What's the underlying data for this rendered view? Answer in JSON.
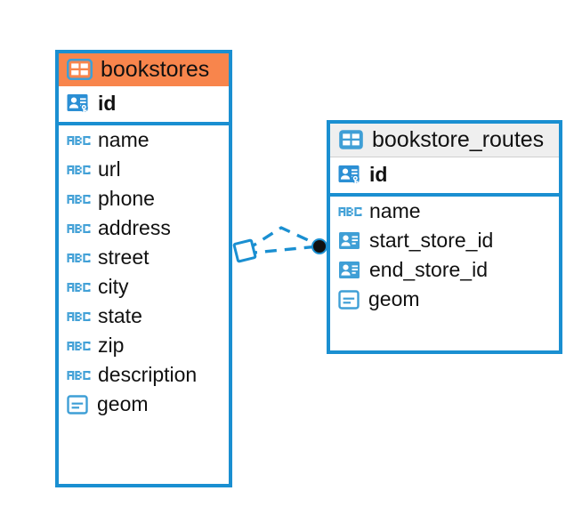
{
  "diagram": {
    "type": "entity-relationship-diagram",
    "background": "#ffffff",
    "accent_color": "#1a8fd1",
    "selected_header_color": "#f8854c",
    "header_color": "#efefef"
  },
  "tables": [
    {
      "name": "bookstores",
      "selected": true,
      "icon": "table-icon",
      "primary_key": {
        "label": "id",
        "icon": "primary-key-icon"
      },
      "fields": [
        {
          "label": "name",
          "icon": "abc-text-icon"
        },
        {
          "label": "url",
          "icon": "abc-text-icon"
        },
        {
          "label": "phone",
          "icon": "abc-text-icon"
        },
        {
          "label": "address",
          "icon": "abc-text-icon"
        },
        {
          "label": "street",
          "icon": "abc-text-icon"
        },
        {
          "label": "city",
          "icon": "abc-text-icon"
        },
        {
          "label": "state",
          "icon": "abc-text-icon"
        },
        {
          "label": "zip",
          "icon": "abc-text-icon"
        },
        {
          "label": "description",
          "icon": "abc-text-icon"
        },
        {
          "label": "geom",
          "icon": "geometry-icon"
        }
      ]
    },
    {
      "name": "bookstore_routes",
      "selected": false,
      "icon": "table-icon",
      "primary_key": {
        "label": "id",
        "icon": "primary-key-icon"
      },
      "fields": [
        {
          "label": "name",
          "icon": "abc-text-icon"
        },
        {
          "label": "start_store_id",
          "icon": "foreign-key-icon"
        },
        {
          "label": "end_store_id",
          "icon": "foreign-key-icon"
        },
        {
          "label": "geom",
          "icon": "geometry-icon"
        }
      ]
    }
  ],
  "relationships": [
    {
      "from_table": "bookstores",
      "to_table": "bookstore_routes",
      "from_marker": "diamond-marker",
      "to_marker": "filled-circle-marker",
      "line_style": "dashed"
    },
    {
      "from_table": "bookstores",
      "to_table": "bookstore_routes",
      "from_marker": "diamond-marker",
      "to_marker": "filled-circle-marker",
      "line_style": "dashed"
    }
  ]
}
